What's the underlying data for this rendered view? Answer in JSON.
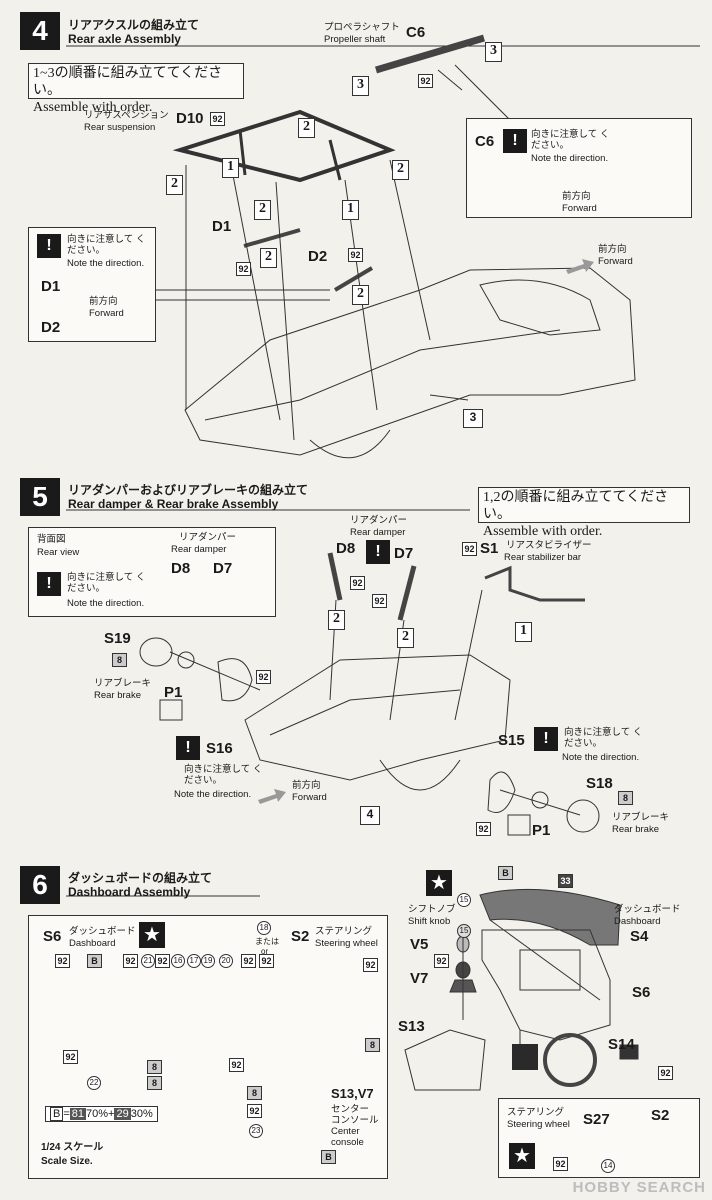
{
  "step4": {
    "number": "4",
    "title_jp": "リアアクスルの組み立て",
    "title_en": "Rear axle Assembly",
    "order_jp": "1~3の順番に組み立ててください。",
    "order_en": "Assemble with order.",
    "prop_jp": "プロペラシャフト",
    "prop_en": "Propeller shaft",
    "prop_code": "C6",
    "susp_jp": "リアサスペンション",
    "susp_en": "Rear suspension",
    "susp_code": "D10",
    "d1": "D1",
    "d2": "D2",
    "part92": "92",
    "n1": "1",
    "n2": "2",
    "n3": "3",
    "note_jp": "向きに注意して ください。",
    "note_en": "Note the direction.",
    "fwd_jp": "前方向",
    "fwd_en": "Forward",
    "c6": "C6"
  },
  "step5": {
    "number": "5",
    "title_jp": "リアダンパーおよびリアブレーキの組み立て",
    "title_en": "Rear damper & Rear brake Assembly",
    "order_jp": "1,2の順番に組み立ててください。",
    "order_en": "Assemble with order.",
    "rear_view_jp": "背面図",
    "rear_view_en": "Rear view",
    "damper_jp": "リアダンパー",
    "damper_en": "Rear damper",
    "d8": "D8",
    "d7": "D7",
    "note_jp": "向きに注意して ください。",
    "note_en": "Note the direction.",
    "stab_jp": "リアスタビライザー",
    "stab_en": "Rear stabilizer bar",
    "s1": "S1",
    "s19": "S19",
    "p1": "P1",
    "brake_jp": "リアブレーキ",
    "brake_en": "Rear brake",
    "s16": "S16",
    "s15": "S15",
    "s18": "S18",
    "fwd_jp": "前方向",
    "fwd_en": "Forward",
    "p8": "8",
    "p92": "92",
    "n1": "1",
    "n2": "2",
    "n4": "4"
  },
  "step6": {
    "number": "6",
    "title_jp": "ダッシュボードの組み立て",
    "title_en": "Dashboard Assembly",
    "s6": "S6",
    "dash_jp": "ダッシュボード",
    "dash_en": "Dashboard",
    "s2": "S2",
    "steer_jp": "ステアリング",
    "steer_en": "Steering wheel",
    "or_jp": "または",
    "or_en": "or",
    "top_nums": [
      "92",
      "21",
      "92",
      "16",
      "17",
      "19",
      "20",
      "92",
      "92"
    ],
    "n18": "18",
    "n22": "22",
    "n23": "23",
    "b": "B",
    "p8": "8",
    "p92": "92",
    "mix_b": "B",
    "mix_eq": "=",
    "mix_81": "81",
    "mix_81_pct": "70%+",
    "mix_29": "29",
    "mix_29_pct": "30%",
    "scale_jp": "1/24 スケール",
    "scale_en": "Scale Size.",
    "s13v7": "S13,V7",
    "console_jp": "センター コンソール",
    "console_en": "Center console",
    "shift_jp": "シフトノブ",
    "shift_en": "Shift knob",
    "n15": "15",
    "v5": "V5",
    "v7": "V7",
    "s13": "S13",
    "n33": "33",
    "s4": "S4",
    "s6b": "S6",
    "s14": "S14",
    "s27": "S27",
    "s2b": "S2",
    "n14": "14"
  },
  "watermark": "HOBBY SEARCH"
}
